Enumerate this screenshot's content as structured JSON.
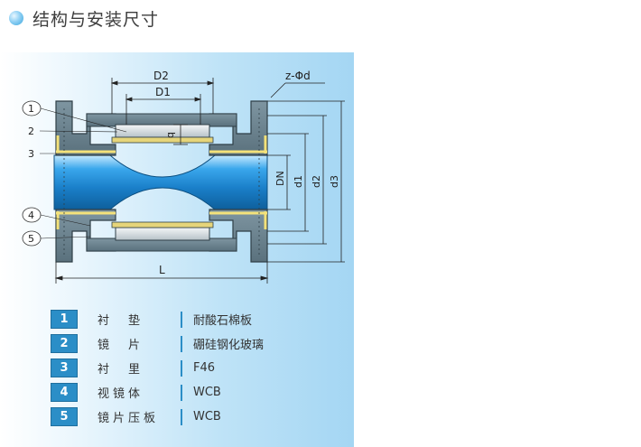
{
  "header": {
    "title": "结构与安装尺寸"
  },
  "drawing": {
    "dims": {
      "D2": "D2",
      "D1": "D1",
      "zd": "z-Φd",
      "b": "b",
      "DN": "DN",
      "d1": "d1",
      "d2": "d2",
      "d3": "d3",
      "L": "L"
    },
    "callouts": [
      "1",
      "2",
      "3",
      "4",
      "5"
    ]
  },
  "legend": [
    {
      "num": "1",
      "part": "衬　垫",
      "material": "耐酸石棉板"
    },
    {
      "num": "2",
      "part": "镜　片",
      "material": "硼硅钢化玻璃"
    },
    {
      "num": "3",
      "part": "衬　里",
      "material": "F46"
    },
    {
      "num": "4",
      "part": "视镜体",
      "material": "WCB"
    },
    {
      "num": "5",
      "part": "镜片压板",
      "material": "WCB"
    }
  ],
  "colors": {
    "body": "#667f8c",
    "lining": "#f4e27a",
    "bore": "#1f8ed4",
    "legend_box": "#2b8ec7"
  }
}
